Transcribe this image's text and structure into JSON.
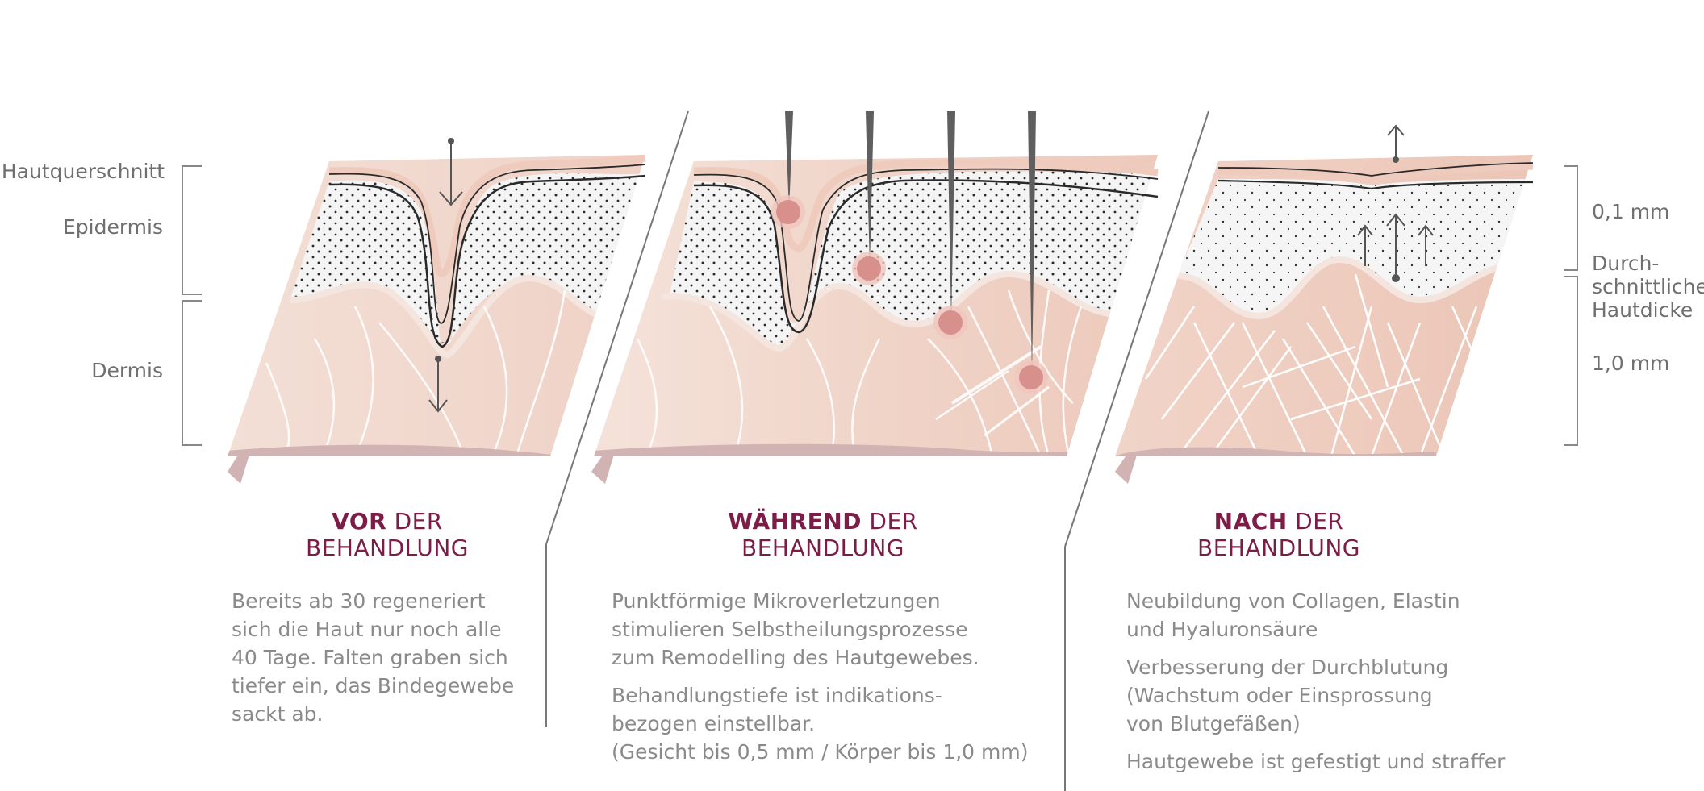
{
  "layer_labels": {
    "cross_section": "Hautquerschnitt",
    "epidermis": "Epidermis",
    "dermis": "Dermis"
  },
  "measurements": {
    "epidermis_depth": "0,1 mm",
    "average_thickness": "Durch-\nschnittliche\nHautdicke",
    "dermis_depth": "1,0 mm"
  },
  "stages": [
    {
      "title_emph": "VOR",
      "title_rest": "DER",
      "title_line2": "BEHANDLUNG",
      "paragraphs": [
        "Bereits ab 30 regeneriert\nsich die Haut nur noch alle\n40 Tage. Falten graben sich\ntiefer ein, das Bindegewebe\nsackt ab."
      ]
    },
    {
      "title_emph": "WÄHREND",
      "title_rest": "DER",
      "title_line2": "BEHANDLUNG",
      "paragraphs": [
        "Punktförmige Mikroverletzungen\nstimulieren Selbstheilungsprozesse\nzum Remodelling des Hautgewebes.",
        "Behandlungstiefe ist indikations-\nbezogen einstellbar.\n(Gesicht bis 0,5 mm / Körper bis 1,0 mm)"
      ]
    },
    {
      "title_emph": "NACH",
      "title_rest": "DER",
      "title_line2": "BEHANDLUNG",
      "paragraphs": [
        "Neubildung von Collagen, Elastin\nund Hyaluronsäure",
        "Verbesserung der Durchblutung\n(Wachstum oder Einsprossung\nvon Blutgefäßen)",
        "Hautgewebe ist gefestigt und straffer"
      ]
    }
  ],
  "colors": {
    "accent": "#7d1d47",
    "skin_surface": "#eccabb",
    "dermis": "#efd3c7",
    "base": "#d2b3b4",
    "needle": "#5d5d5d",
    "injury_dot": "#d8908c"
  }
}
